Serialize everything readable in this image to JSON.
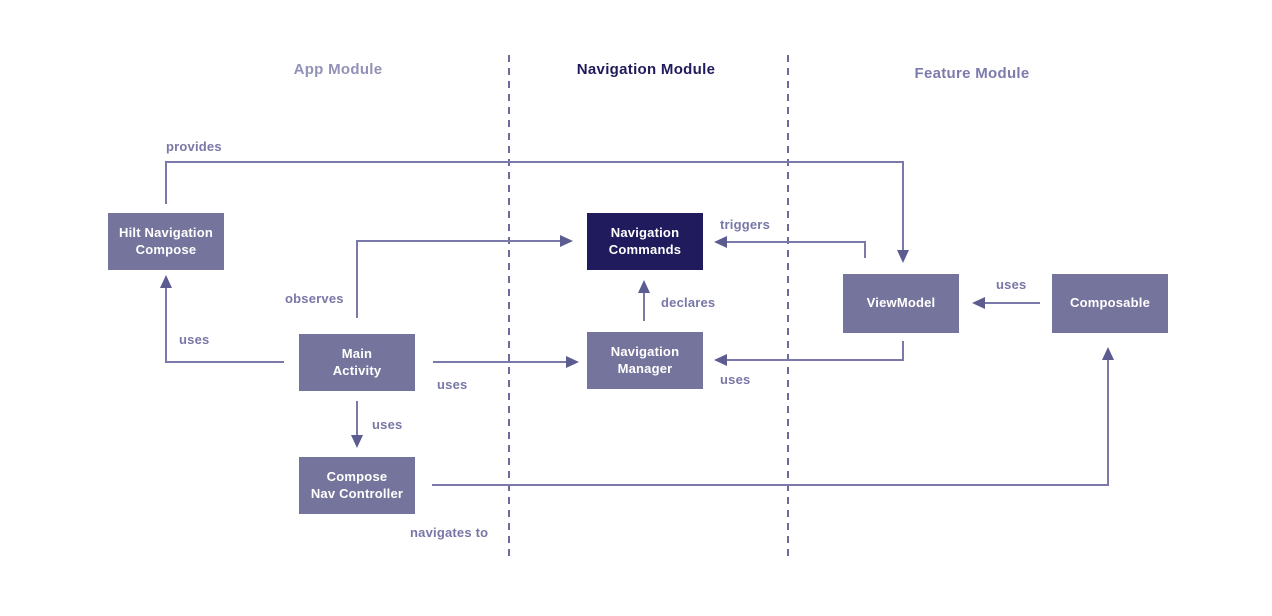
{
  "diagram": {
    "modules": {
      "app": {
        "label": "App Module"
      },
      "navigation": {
        "label": "Navigation Module"
      },
      "feature": {
        "label": "Feature Module"
      }
    },
    "nodes": {
      "hilt_navigation_compose": {
        "label": "Hilt Navigation\nCompose"
      },
      "navigation_commands": {
        "label": "Navigation\nCommands"
      },
      "main_activity": {
        "label": "Main\nActivity"
      },
      "navigation_manager": {
        "label": "Navigation\nManager"
      },
      "compose_nav_controller": {
        "label": "Compose\nNav Controller"
      },
      "viewmodel": {
        "label": "ViewModel"
      },
      "composable": {
        "label": "Composable"
      }
    },
    "edge_labels": {
      "provides": "provides",
      "observes": "observes",
      "uses_main_to_hilt": "uses",
      "uses_main_to_nav_manager": "uses",
      "uses_main_to_compose_nav": "uses",
      "declares": "declares",
      "triggers": "triggers",
      "uses_viewmodel_to_nav_manager": "uses",
      "uses_composable_to_viewmodel": "uses",
      "navigates_to": "navigates to"
    },
    "colors": {
      "node_fill": "#75749C",
      "node_fill_dark": "#1F1B5C",
      "node_text": "#FFFFFF",
      "edge_line": "#7A79A9",
      "arrowhead": "#5D5C91",
      "edge_label_text": "#7877A7",
      "module_divider": "#6C6B9C",
      "header_light": "#9291B8",
      "header_navy": "#1F1B5C",
      "header_mid": "#7C7BAC",
      "background": "#FFFFFF"
    }
  }
}
